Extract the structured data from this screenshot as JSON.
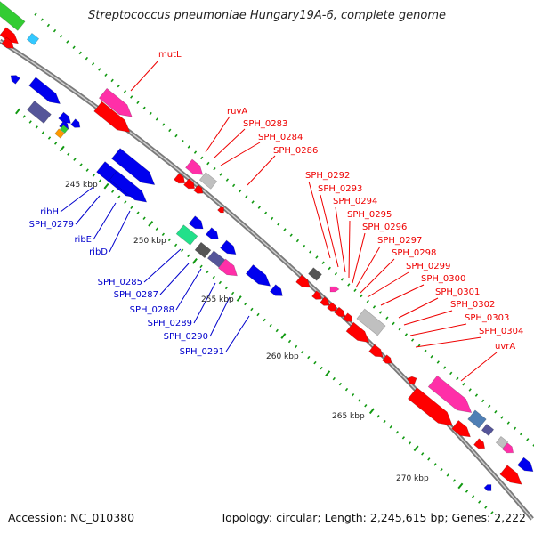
{
  "title": "Streptococcus pneumoniae Hungary19A-6, complete genome",
  "footer": {
    "accession": "Accession: NC_010380",
    "topology": "Topology: circular; Length: 2,245,615 bp; Genes: 2,222"
  },
  "colors": {
    "red": "#ff0000",
    "blue": "#0000ee",
    "magenta": "#ff2fa8",
    "gray": "#c0c0c0",
    "dark_gray": "#555555",
    "slate": "#555599",
    "steel_blue": "#4f7fb5",
    "green": "#33cc33",
    "teal_green": "#22e08a",
    "cyan": "#33c8ff",
    "orange": "#ff9900",
    "tick_green": "#119911",
    "label_red": "#ee0000",
    "label_blue": "#0000cc"
  },
  "scale_labels": [
    "245 kbp",
    "250 kbp",
    "255 kbp",
    "260 kbp",
    "265 kbp",
    "270 kbp"
  ],
  "red_gene_labels": [
    "mutL",
    "ruvA",
    "SPH_0283",
    "SPH_0284",
    "SPH_0286",
    "SPH_0292",
    "SPH_0293",
    "SPH_0294",
    "SPH_0295",
    "SPH_0296",
    "SPH_0297",
    "SPH_0298",
    "SPH_0299",
    "SPH_0300",
    "SPH_0301",
    "SPH_0302",
    "SPH_0303",
    "SPH_0304",
    "uvrA"
  ],
  "blue_gene_labels": [
    "ribH",
    "SPH_0279",
    "ribE",
    "ribD",
    "SPH_0285",
    "SPH_0287",
    "SPH_0288",
    "SPH_0289",
    "SPH_0290",
    "SPH_0291"
  ]
}
